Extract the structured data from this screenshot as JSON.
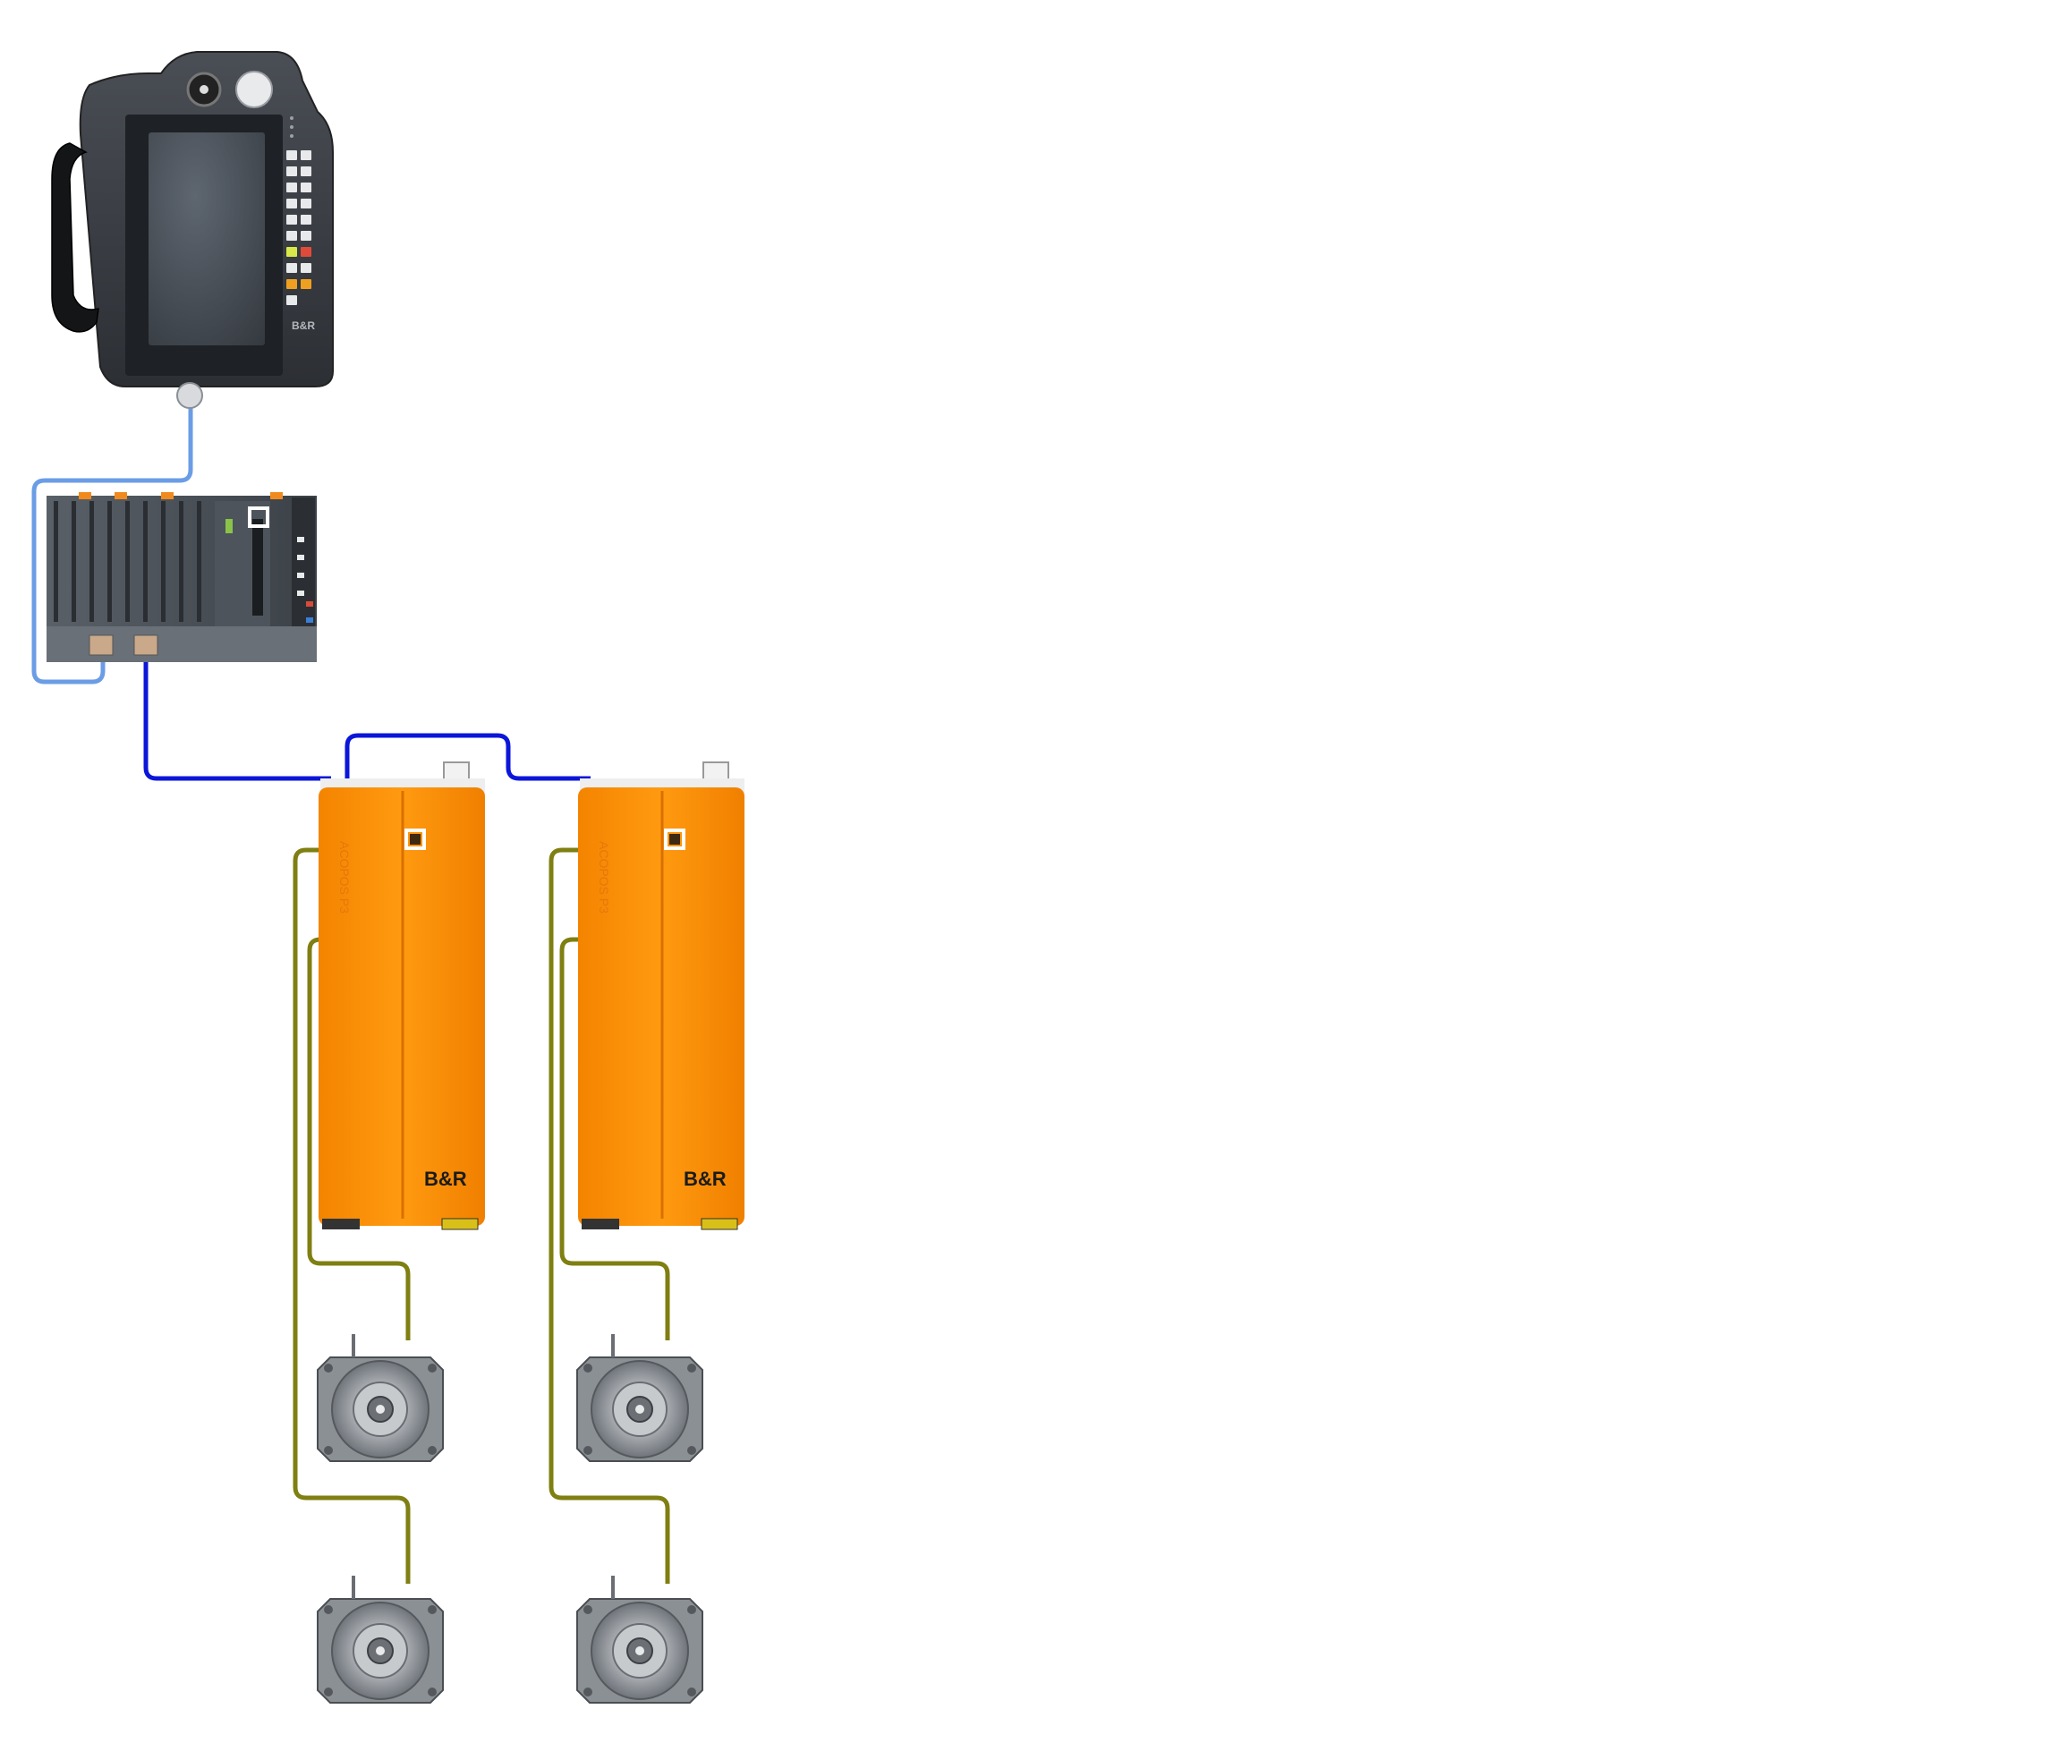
{
  "diagram": {
    "brand_logo": "B&R",
    "drive_model": "ACOPOS P3",
    "colors": {
      "background": "#ffffff",
      "cable_panel": "#6b9de6",
      "cable_powerlink": "#0b16d8",
      "cable_motor": "#7f7f12",
      "drive_orange": "#fb8c00",
      "drive_orange_light": "#ffa31f",
      "plc_dark": "#3b4147",
      "handheld_body": "#3a3d42",
      "selection_marker": "#ffffff"
    },
    "components": {
      "handheld": "mobile-panel",
      "controller": "x20-plc",
      "drives": [
        "servo-drive-1",
        "servo-drive-2"
      ],
      "motors": [
        "servo-motor-1",
        "servo-motor-2",
        "servo-motor-3",
        "servo-motor-4"
      ]
    },
    "cables": {
      "panel": "panel-cable",
      "powerlink": "powerlink-cable",
      "motor": "motor-cable"
    }
  }
}
